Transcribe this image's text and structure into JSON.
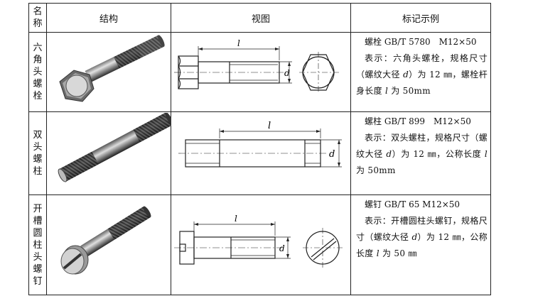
{
  "header": {
    "name": "名称",
    "structure": "结构",
    "view": "视图",
    "example": "标记示例"
  },
  "rows": [
    {
      "name": "六角头螺栓",
      "example_line1": "螺栓 GB/T 5780　M12×50",
      "example_pre": "表示：六角头螺栓，规格尺寸（螺纹大径 ",
      "example_d": "d",
      "example_mid": "）为 12 ㎜，螺栓杆身长度 ",
      "example_l": "l",
      "example_post": " 为 50mm",
      "dim_l": "l",
      "dim_d": "d"
    },
    {
      "name": "双头螺柱",
      "example_line1": "螺柱 GB/T 899　M12×50",
      "example_pre": "表示：双头螺柱，规格尺寸（螺纹大径 ",
      "example_d": "d",
      "example_mid": "）为 12 ㎜，公称长度 ",
      "example_l": "l",
      "example_post": " 为 50mm",
      "dim_l": "l",
      "dim_d": "d"
    },
    {
      "name": "开槽圆柱头螺钉",
      "example_line1": "螺钉 GB/T 65 M12×50",
      "example_pre": "表示：开槽圆柱头螺钉，规格尺寸（螺纹大径 ",
      "example_d": "d",
      "example_mid": "）为 12 ㎜，公称长度 ",
      "example_l": "l",
      "example_post": " 为 50 ㎜",
      "dim_l": "l",
      "dim_d": "d"
    }
  ],
  "colors": {
    "line": "#222222",
    "metal_dark": "#3a3a3a",
    "metal_light": "#c8c8c8"
  }
}
